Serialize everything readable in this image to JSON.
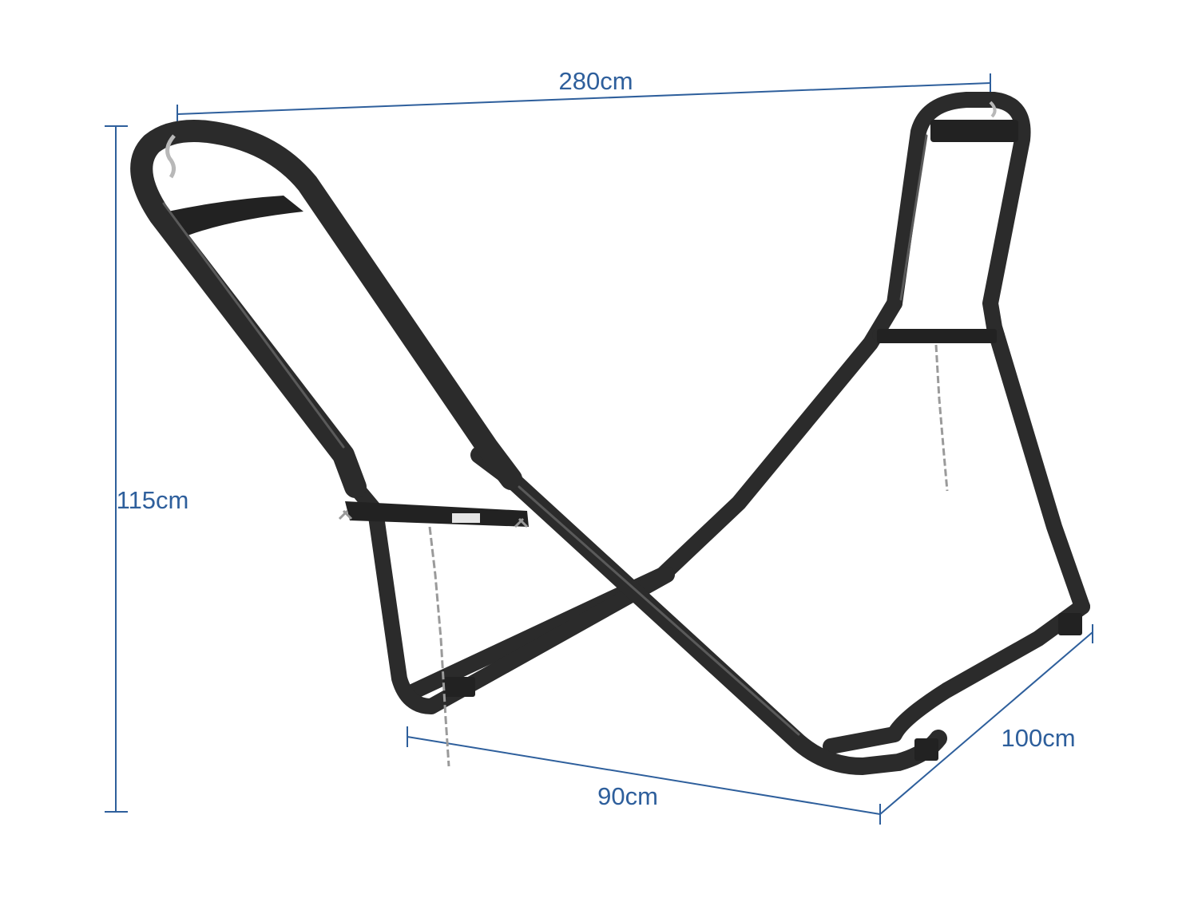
{
  "dimensions": {
    "width": "280cm",
    "height": "115cm",
    "depth": "90cm",
    "depth_side": "100cm"
  },
  "colors": {
    "dimension_lines": "#2e5f9c",
    "frame": "#2b2b2b",
    "chain": "#9a9a9a"
  }
}
